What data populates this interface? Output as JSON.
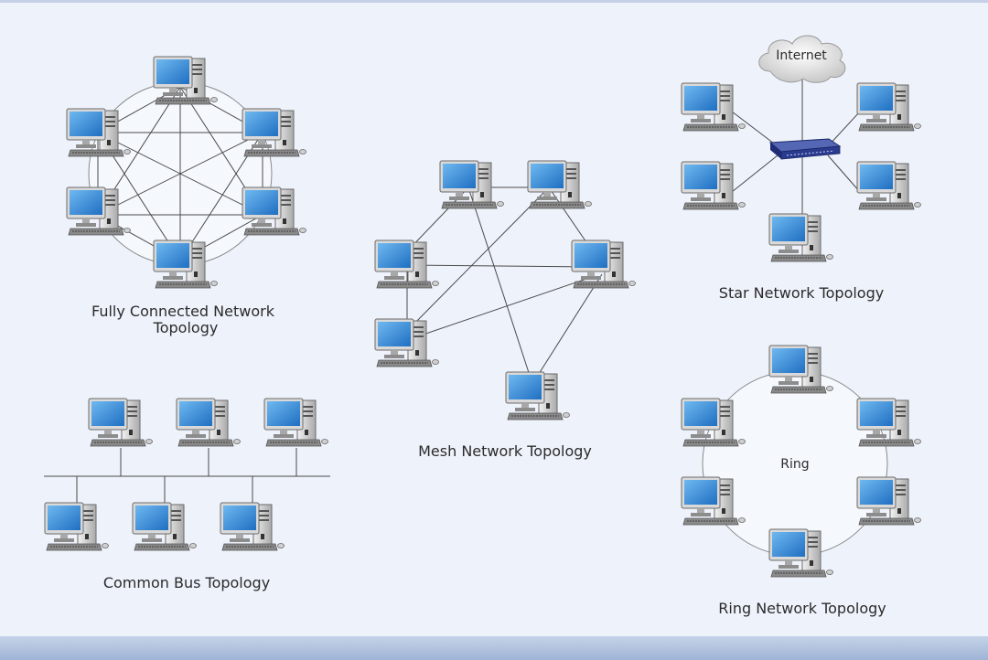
{
  "colors": {
    "background": "#eef2fb",
    "screen": "#2f86d6",
    "case": "#cfcfcf",
    "switch": "#2a3a8c"
  },
  "icons": [
    "computer-icon",
    "switch-icon",
    "internet-cloud-icon"
  ],
  "diagrams": {
    "fully_connected": {
      "caption_line1": "Fully Connected Network",
      "caption_line2": "Topology"
    },
    "mesh": {
      "caption": "Mesh Network Topology"
    },
    "star": {
      "caption": "Star Network Topology",
      "cloud_label": "Internet"
    },
    "bus": {
      "caption": "Common Bus Topology"
    },
    "ring": {
      "caption": "Ring Network Topology",
      "center_label": "Ring"
    }
  }
}
